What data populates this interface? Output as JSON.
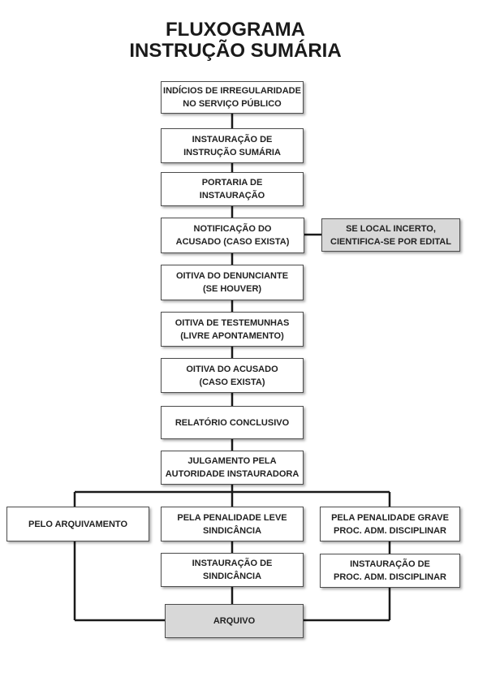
{
  "title": {
    "line1": "FLUXOGRAMA",
    "line2": "INSTRUÇÃO SUMÁRIA"
  },
  "nodes": {
    "indicios": [
      "INDÍCIOS DE IRREGULARIDADE",
      "NO SERVIÇO PÚBLICO"
    ],
    "instauracao": [
      "INSTAURAÇÃO DE",
      "INSTRUÇÃO SUMÁRIA"
    ],
    "portaria": [
      "PORTARIA DE",
      "INSTAURAÇÃO"
    ],
    "notificacao": [
      "NOTIFICAÇÃO DO",
      "ACUSADO (CASO EXISTA)"
    ],
    "edital": [
      "SE LOCAL INCERTO,",
      "CIENTIFICA-SE POR EDITAL"
    ],
    "denunciante": [
      "OITIVA DO DENUNCIANTE",
      "(SE HOUVER)"
    ],
    "testemunhas": [
      "OITIVA DE TESTEMUNHAS",
      "(LIVRE APONTAMENTO)"
    ],
    "acusado": [
      "OITIVA DO ACUSADO",
      "(CASO EXISTA)"
    ],
    "relatorio": [
      "RELATÓRIO CONCLUSIVO"
    ],
    "julgamento": [
      "JULGAMENTO PELA",
      "AUTORIDADE INSTAURADORA"
    ],
    "arquivamento": [
      "PELO ARQUIVAMENTO"
    ],
    "leve": [
      "PELA PENALIDADE LEVE",
      "SINDICÂNCIA"
    ],
    "grave": [
      "PELA PENALIDADE GRAVE",
      "PROC. ADM. DISCIPLINAR"
    ],
    "inst_sindicancia": [
      "INSTAURAÇÃO DE",
      "SINDICÂNCIA"
    ],
    "inst_pad": [
      "INSTAURAÇÃO DE",
      "PROC. ADM. DISCIPLINAR"
    ],
    "arquivo": [
      "ARQUIVO"
    ]
  }
}
